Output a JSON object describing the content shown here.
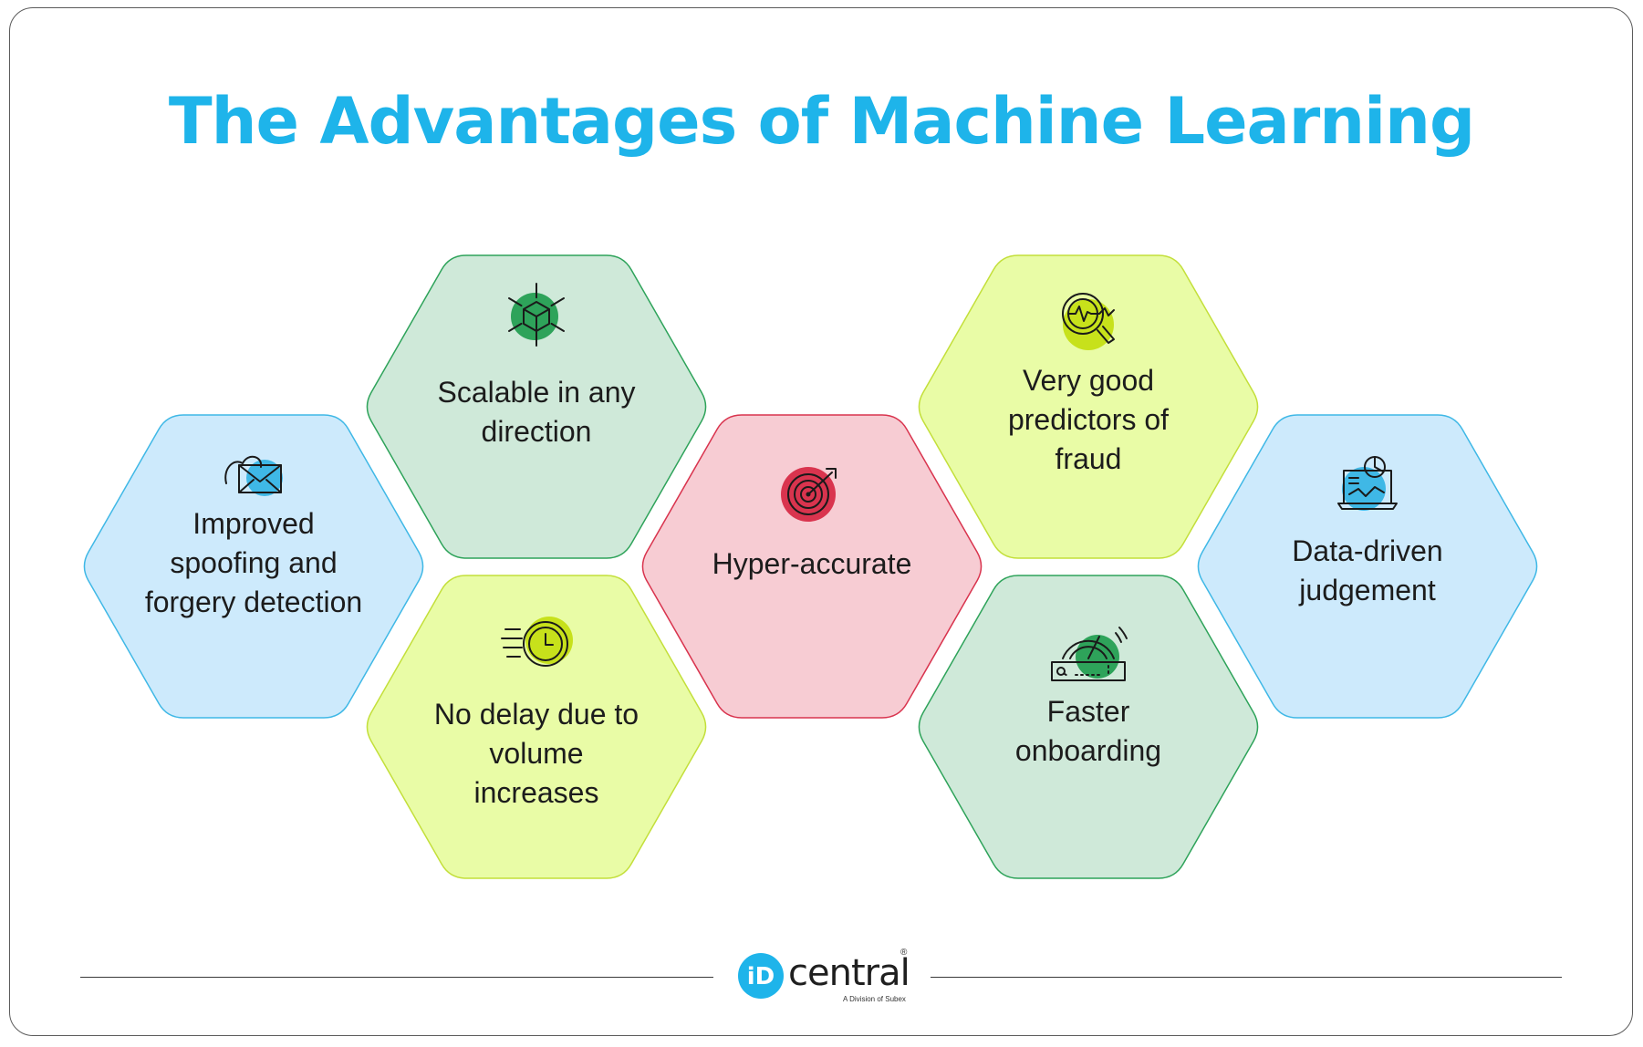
{
  "title": "The Advantages of Machine Learning",
  "colors": {
    "title": "#1eb4ea",
    "blue_fill": "#cdeafc",
    "blue_stroke": "#3fb8e6",
    "green_fill": "#cfe9d9",
    "green_stroke": "#2ea35a",
    "lime_fill": "#e9fca6",
    "lime_stroke": "#c3df3a",
    "pink_fill": "#f7ccd3",
    "pink_stroke": "#d9344e"
  },
  "advantages": [
    {
      "lines": [
        "Improved",
        "spoofing and",
        "forgery detection"
      ],
      "icon": "envelope-icon",
      "color": "blue"
    },
    {
      "lines": [
        "Scalable in any",
        "direction"
      ],
      "icon": "cube-arrows-icon",
      "color": "green"
    },
    {
      "lines": [
        "No delay due to",
        "volume",
        "increases"
      ],
      "icon": "fast-clock-icon",
      "color": "lime"
    },
    {
      "lines": [
        "Hyper-accurate"
      ],
      "icon": "target-icon",
      "color": "pink"
    },
    {
      "lines": [
        "Very good",
        "predictors of",
        "fraud"
      ],
      "icon": "magnifier-pulse-icon",
      "color": "lime"
    },
    {
      "lines": [
        "Faster",
        "onboarding"
      ],
      "icon": "speedometer-icon",
      "color": "green"
    },
    {
      "lines": [
        "Data-driven",
        "judgement"
      ],
      "icon": "laptop-chart-icon",
      "color": "blue"
    }
  ],
  "logo": {
    "mark": "iD",
    "wordmark": "central",
    "tagline": "A Division of Subex",
    "registered": "®"
  }
}
